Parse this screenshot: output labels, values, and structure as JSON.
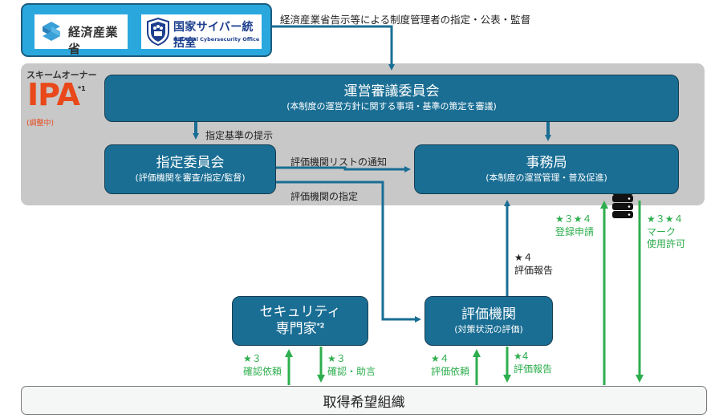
{
  "header": {
    "ministries": [
      {
        "name": "経済産業省",
        "icon": "meti-logo-icon"
      },
      {
        "name": "国家サイバー統括室",
        "subtitle": "National Cybersecurity Office",
        "icon": "nisc-emblem-icon"
      }
    ],
    "oversight_label": "経済産業省告示等による制度管理者の指定・公表・監督"
  },
  "scheme_owner": {
    "label": "スキームオーナー",
    "logo": "IPA",
    "note": "*1",
    "status": "(調整中)"
  },
  "nodes": {
    "steering_committee": {
      "title": "運営審議委員会",
      "subtitle": "(本制度の運営方針に関する事項・基準の策定を審議)"
    },
    "designation_committee": {
      "title": "指定委員会",
      "subtitle": "(評価機関を審査/指定/監督)"
    },
    "secretariat": {
      "title": "事務局",
      "subtitle": "(本制度の運営管理・普及促進)"
    },
    "security_expert": {
      "title": "セキュリティ",
      "title2": "専門家",
      "note": "*2"
    },
    "evaluation_body": {
      "title": "評価機関",
      "subtitle": "(対策状況の評価)"
    },
    "applicant_org": {
      "title": "取得希望組織"
    }
  },
  "edges": {
    "criteria": "指定基準の提示",
    "list_notice": "評価機関リストの通知",
    "designation": "評価機関の指定",
    "eval_report_up": {
      "star": "★４",
      "label": "評価報告"
    },
    "registration": {
      "star": "★３★４",
      "label": "登録申請"
    },
    "mark_license": {
      "star": "★３★４",
      "label1": "マーク",
      "label2": "使用許可"
    },
    "confirm_request": {
      "star": "★３",
      "label": "確認依頼"
    },
    "confirm_advice": {
      "star": "★３",
      "label": "確認・助言"
    },
    "eval_request": {
      "star": "★４",
      "label": "評価依頼"
    },
    "eval_report_down": {
      "star": "★4",
      "label": "評価報告"
    }
  },
  "colors": {
    "node_blue": "#1a6e94",
    "arrow_blue": "#1a6e94",
    "arrow_green": "#2eae4e",
    "ipa_orange": "#e9481a",
    "gov_box": "#2aa8de",
    "scheme_bg": "#c8c8c8"
  }
}
